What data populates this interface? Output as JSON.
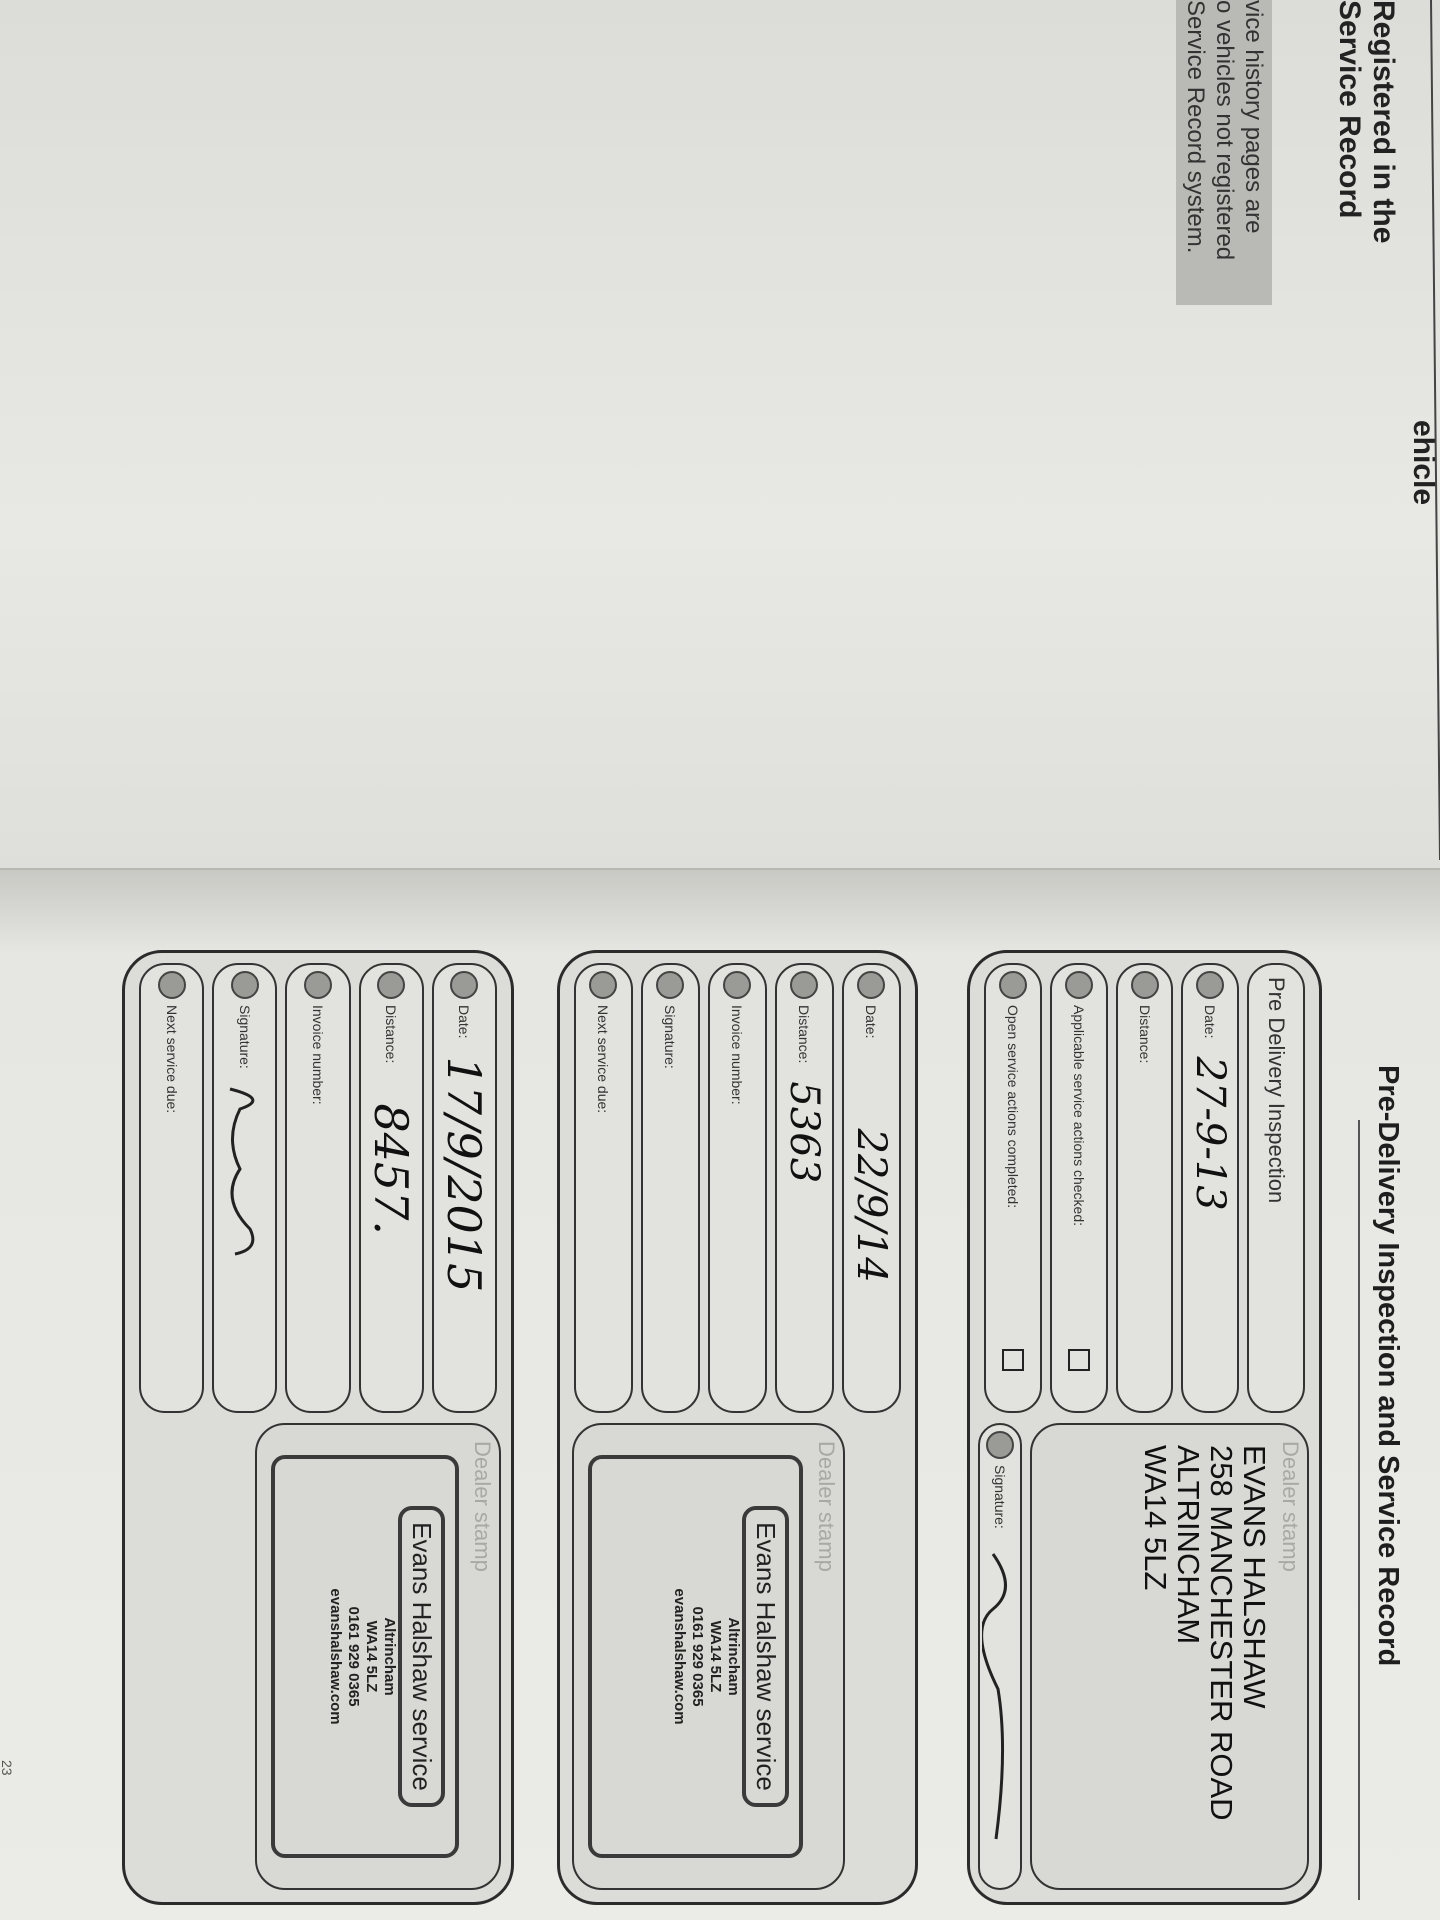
{
  "left_page": {
    "heading": "Registered in the\nService Record",
    "heading_fragment": "ehicle",
    "note_lines": [
      "vice history pages are",
      "o vehicles not registered",
      "Service Record system."
    ]
  },
  "right_page": {
    "title": "Pre-Delivery Inspection and Service Record",
    "page_number": "23",
    "pdi": {
      "title": "Pre Delivery Inspection",
      "rows": [
        {
          "label": "Date:",
          "value": "27-9-13"
        },
        {
          "label": "Distance:",
          "value": ""
        },
        {
          "label": "Applicable service actions checked:",
          "value": ""
        },
        {
          "label": "Open service actions completed:",
          "value": ""
        }
      ],
      "dealer_stamp_label": "Dealer stamp",
      "dealer_stamp_text": "EVANS HALSHAW\n258 MANCHESTER ROAD\nALTRINCHAM\nWA14 5LZ",
      "signature_label": "Signature:"
    },
    "services": [
      {
        "rows": [
          {
            "label": "Date:",
            "value": "22/9/14"
          },
          {
            "label": "Distance:",
            "value": "5363"
          },
          {
            "label": "Invoice number:",
            "value": ""
          },
          {
            "label": "Signature:",
            "value": ""
          },
          {
            "label": "Next service due:",
            "value": ""
          }
        ],
        "dealer_stamp_label": "Dealer stamp",
        "stamp": {
          "name": "Evans Halshaw service",
          "lines": [
            "Altrincham",
            "WA14 5LZ",
            "0161 929 0365",
            "evanshalshaw.com"
          ]
        }
      },
      {
        "rows": [
          {
            "label": "Date:",
            "value": "17/9/2015"
          },
          {
            "label": "Distance:",
            "value": "8457."
          },
          {
            "label": "Invoice number:",
            "value": ""
          },
          {
            "label": "Signature:",
            "value": ""
          },
          {
            "label": "Next service due:",
            "value": ""
          }
        ],
        "dealer_stamp_label": "Dealer stamp",
        "stamp": {
          "name": "Evans Halshaw service",
          "lines": [
            "Altrincham",
            "WA14 5LZ",
            "0161 929 0365",
            "evanshalshaw.com"
          ]
        }
      }
    ]
  }
}
